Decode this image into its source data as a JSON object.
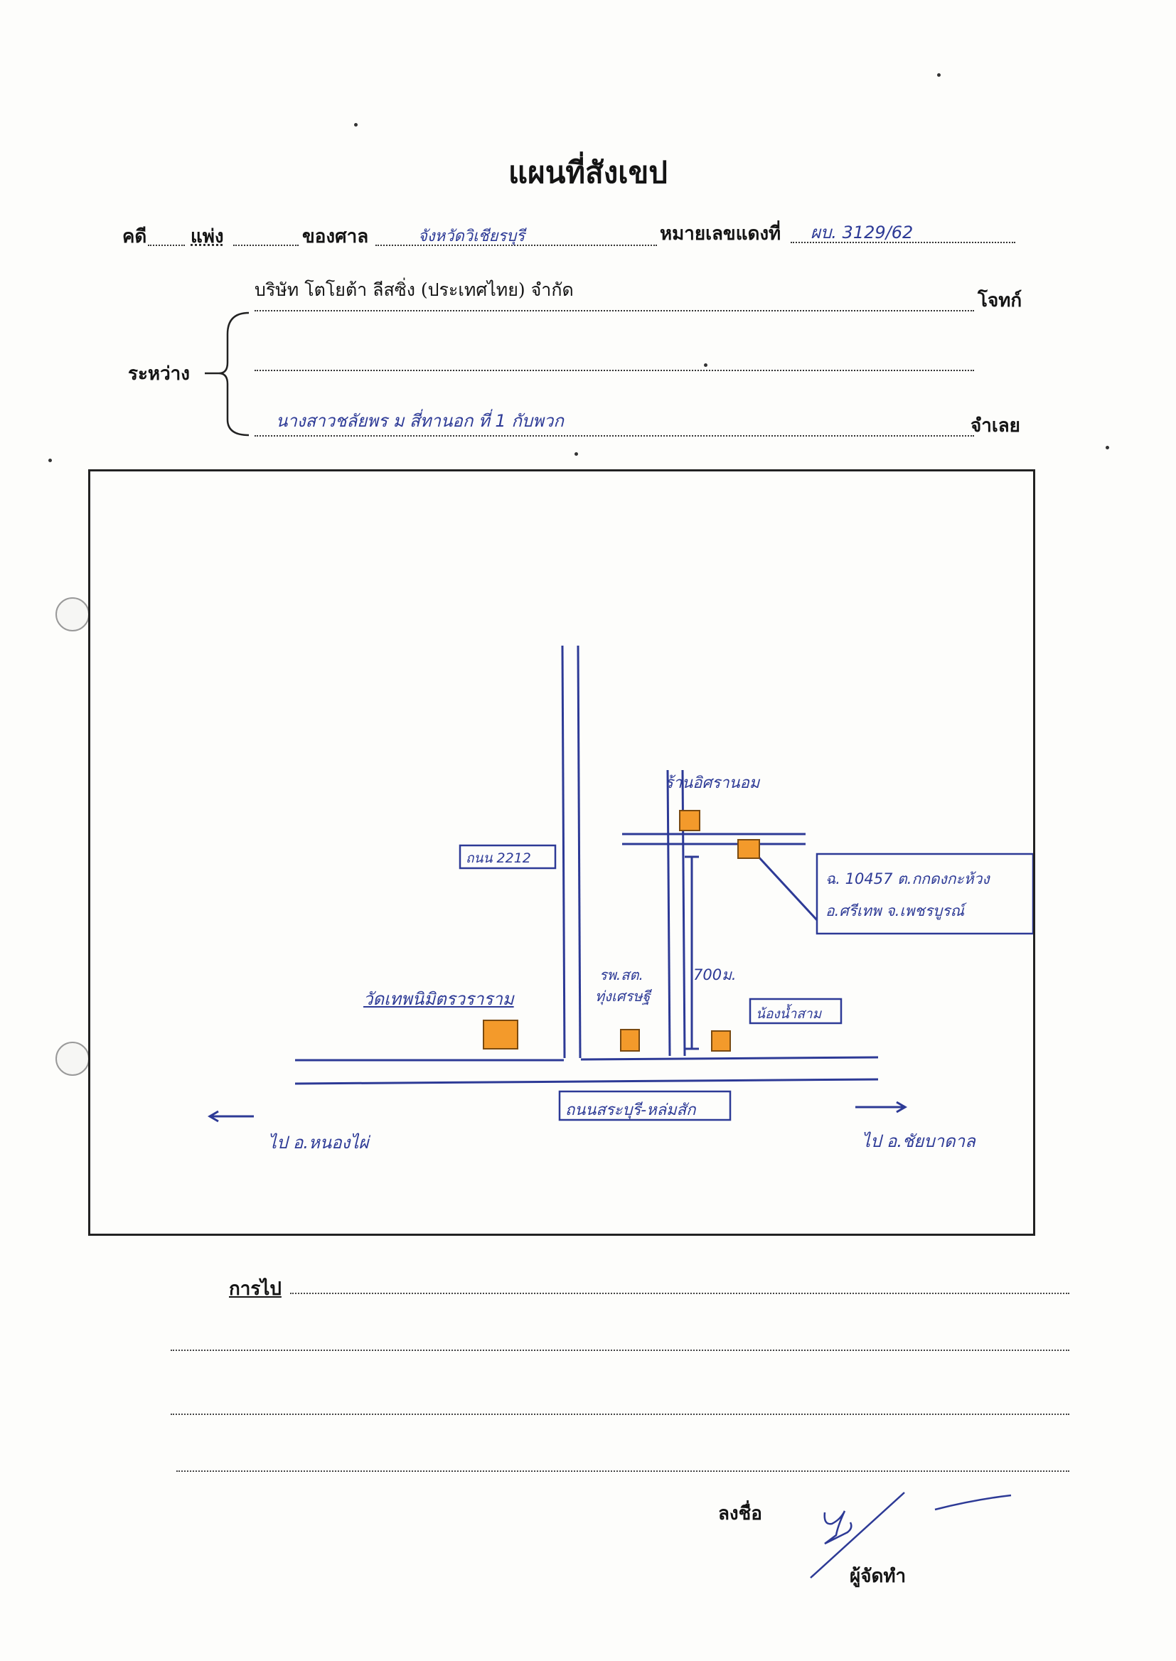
{
  "form": {
    "title": "แผนที่สังเขป",
    "case_type_label": "คดี",
    "case_type_value": "แพ่ง",
    "court_label": "ของศาล",
    "court_value": "จังหวัดวิเชียรบุรี",
    "red_number_label": "หมายเลขแดงที่",
    "red_number_value": "ผบ. 3129/62",
    "plaintiff_name": "บริษัท โตโยต้า ลีสซิ่ง (ประเทศไทย) จำกัด",
    "plaintiff_label": "โจทก์",
    "between_label": "ระหว่าง",
    "defendant_name": "นางสาวชลัยพร ม สี่ทานอก ที่ 1 กับพวก",
    "defendant_label": "จำเลย"
  },
  "map": {
    "road_2212_label": "ถนน 2212",
    "shop_label": "ร้านอิศรานอม",
    "land_box_line1": "ฉ. 10457 ต.กกดงกะห้วง",
    "land_box_line2": "อ.ศรีเทพ จ.เพชรบูรณ์",
    "hospital_line1": "รพ.สต.",
    "hospital_line2": "ทุ่งเศรษฐี",
    "distance_label": "700ม.",
    "temple_label": "วัดเทพนิมิตรวราราม",
    "water_label": "น้องน้ำสาม",
    "main_road_label": "ถนนสระบุรี-หล่มสัก",
    "to_left_label": "ไป อ.หนองไผ่",
    "to_right_label": "ไป อ.ชัยบาดาล"
  },
  "footer": {
    "directions_label": "การไป",
    "sign_label": "ลงชื่อ",
    "maker_label": "ผู้จัดทำ"
  },
  "colors": {
    "ink_blue": "#2d3a96",
    "plot_orange": "#f39a2b"
  }
}
